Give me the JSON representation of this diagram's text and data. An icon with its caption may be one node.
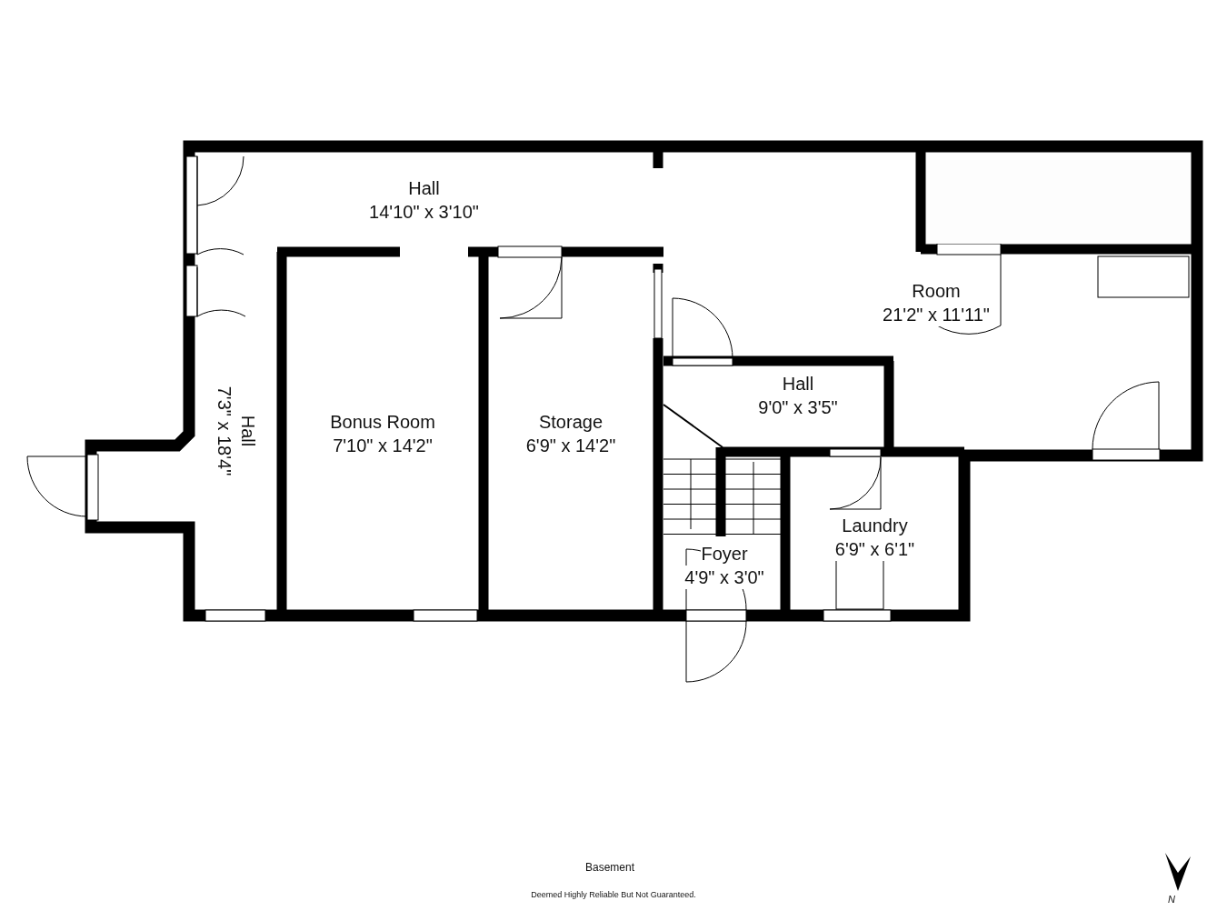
{
  "diagram": {
    "nodes": [
      {
        "text": [
          "Hall",
          "14'10\" x 3'10\""
        ]
      },
      {
        "text": [
          "Hall",
          "7'3\" x 18'4\""
        ]
      },
      {
        "text": [
          "Bonus Room",
          "7'10\" x 14'2\""
        ]
      },
      {
        "text": [
          "Storage",
          "6'9\" x 14'2\""
        ]
      },
      {
        "text": [],
        "shape": "box"
      },
      {
        "text": [
          "Room",
          "21'2\" x 11'11\""
        ]
      },
      {
        "text": [
          "Hall",
          "9'0\" x 3'5\""
        ]
      },
      {
        "text": [
          "Laundry",
          "6'9\" x 6'1\""
        ]
      },
      {
        "text": [
          "Foyer",
          "4'9\" x 3'0\""
        ]
      }
    ],
    "edges": [],
    "labels": [
      "Basement",
      "Deemed Highly Reliable But Not Guaranteed.",
      "N"
    ]
  }
}
